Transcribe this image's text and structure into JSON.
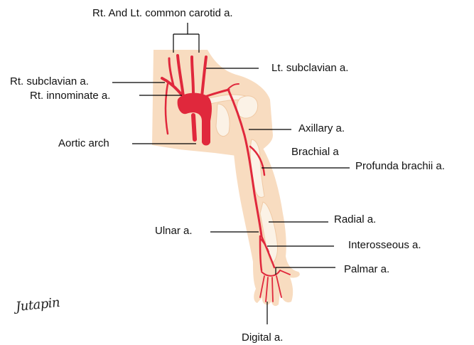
{
  "labels": {
    "common_carotid": "Rt. And Lt. common carotid a.",
    "lt_subclavian": "Lt. subclavian a.",
    "rt_subclavian": "Rt. subclavian a.",
    "rt_innominate": "Rt. innominate a.",
    "axillary": "Axillary a.",
    "aortic_arch": "Aortic arch",
    "brachial": "Brachial a",
    "profunda_brachii": "Profunda brachii a.",
    "radial": "Radial a.",
    "ulnar": "Ulnar a.",
    "interosseous": "Interosseous a.",
    "palmar": "Palmar a.",
    "digital": "Digital a."
  },
  "signature": "Jutapin",
  "colors": {
    "skin": "#f8dcc0",
    "skin_dark": "#f0c9a4",
    "bone": "#fbf2e6",
    "artery": "#e0283c",
    "line": "#000000"
  }
}
